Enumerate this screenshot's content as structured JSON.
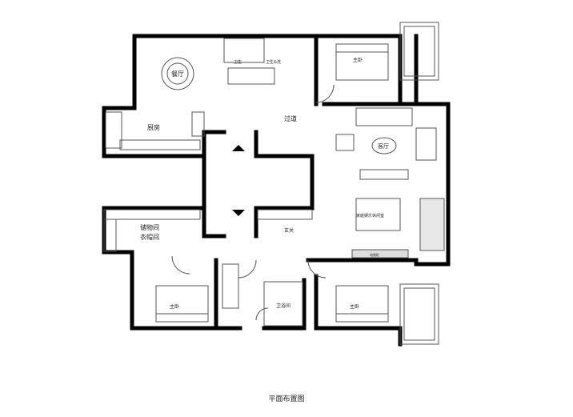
{
  "rooms": {
    "dining": "餐厅",
    "kitchen": "厨房",
    "bath_top_left": "卫生",
    "bath_top_right": "卫生&洗",
    "master_bedroom_top": "主卧",
    "corridor": "过道",
    "living": "客厅",
    "storage_line1": "储物间",
    "storage_line2": "衣帽间",
    "entrance": "玄关",
    "family_room": "家庭娱乐休闲室",
    "bedroom_bottom_left": "主卧",
    "bedroom_bottom_right": "主卧",
    "bath_bottom": "卫浴间",
    "tv_cabinet": "电视柜"
  },
  "caption": "平面布置图",
  "colors": {
    "wall": "#000000",
    "line": "#555555",
    "fill": "#f5f5f5"
  }
}
